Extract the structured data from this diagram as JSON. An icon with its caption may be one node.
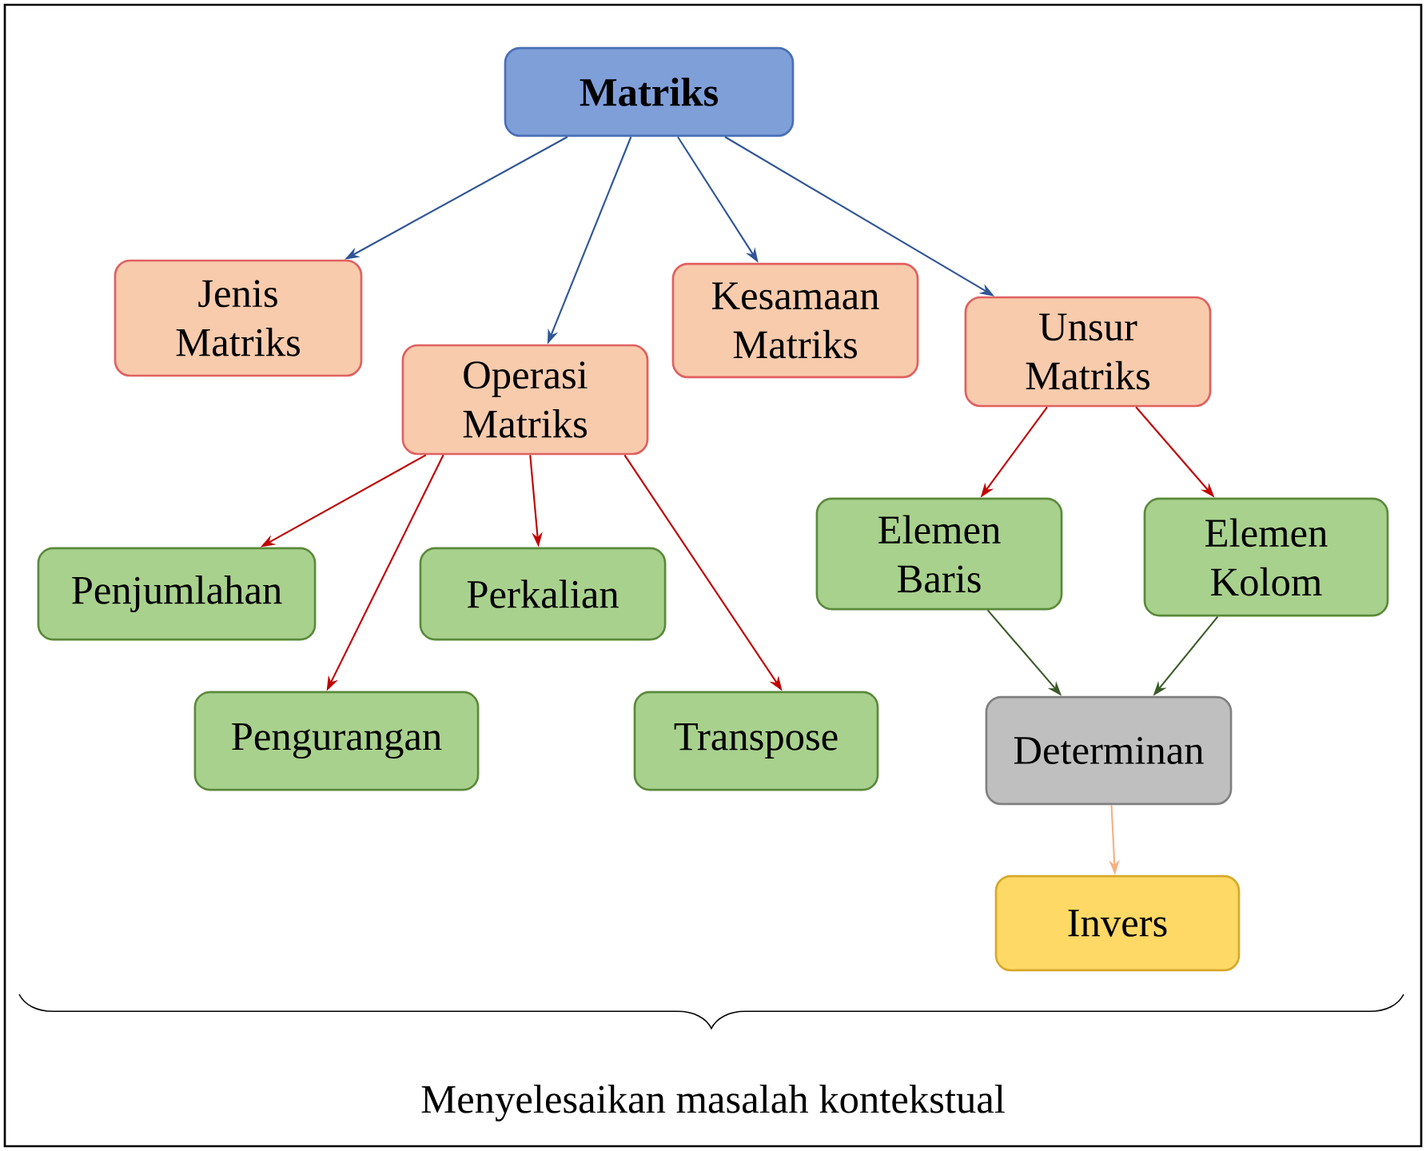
{
  "diagram": {
    "nodes": [
      {
        "text": [
          "Matriks"
        ]
      },
      {
        "text": [
          "Jenis Matriks"
        ]
      },
      {
        "text": [
          "Operasi Matriks"
        ]
      },
      {
        "text": [
          "Kesamaan Matriks"
        ]
      },
      {
        "text": [
          "Unsur Matriks"
        ]
      },
      {
        "text": [
          "Penjumlahan"
        ]
      },
      {
        "text": [
          "Perkalian"
        ]
      },
      {
        "text": [
          "Pengurangan"
        ]
      },
      {
        "text": [
          "Transpose"
        ]
      },
      {
        "text": [
          "Elemen Baris"
        ]
      },
      {
        "text": [
          "Elemen Kolom"
        ]
      },
      {
        "text": [
          "Determinan"
        ]
      },
      {
        "text": [
          "Invers"
        ]
      }
    ],
    "edges": [
      {
        "from": 0,
        "to": 1,
        "arrow": "to",
        "color": "#2f5597"
      },
      {
        "from": 0,
        "to": 2,
        "arrow": "to",
        "color": "#2f5597"
      },
      {
        "from": 0,
        "to": 3,
        "arrow": "to",
        "color": "#2f5597"
      },
      {
        "from": 0,
        "to": 4,
        "arrow": "to",
        "color": "#2f5597"
      },
      {
        "from": 2,
        "to": 5,
        "arrow": "to"
      },
      {
        "from": 2,
        "to": 7,
        "arrow": "to"
      },
      {
        "from": 2,
        "to": 6,
        "arrow": "to"
      },
      {
        "from": 2,
        "to": 8,
        "arrow": "to"
      },
      {
        "from": 4,
        "to": 9,
        "arrow": "to"
      },
      {
        "from": 4,
        "to": 10,
        "arrow": "to"
      },
      {
        "from": 9,
        "to": 11,
        "arrow": "to",
        "color": "#3b5a28"
      },
      {
        "from": 10,
        "to": 11,
        "arrow": "to",
        "color": "#3b5a28"
      },
      {
        "from": 11,
        "to": 12,
        "arrow": "to",
        "color": "#f4b183"
      }
    ],
    "labels": [
      "Menyelesaikan masalah kontekstual"
    ]
  }
}
